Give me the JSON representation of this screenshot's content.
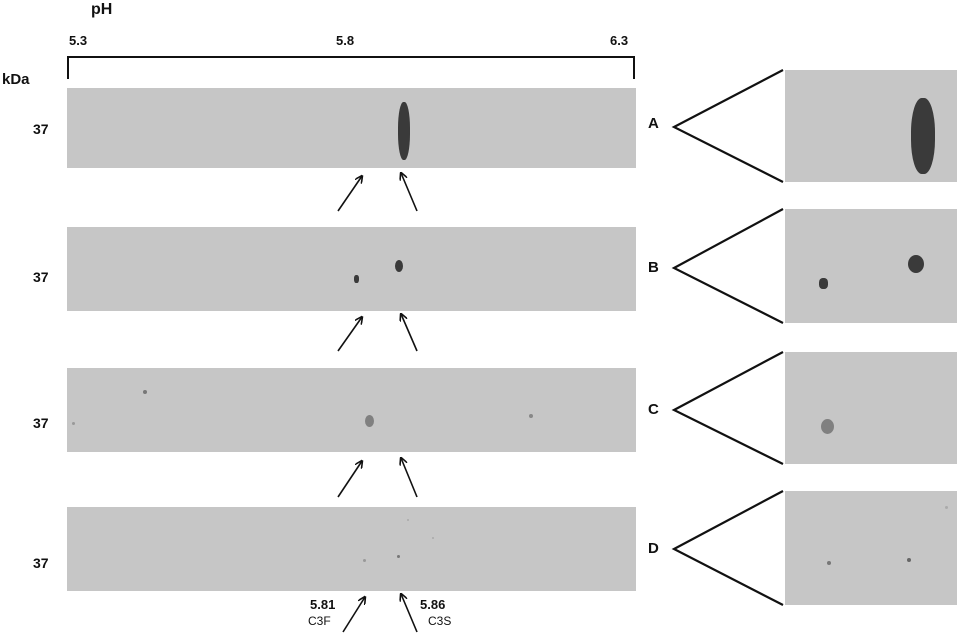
{
  "axis": {
    "label": "pH",
    "ticks": [
      "5.3",
      "5.8",
      "6.3"
    ],
    "mw_unit": "kDa"
  },
  "panels": [
    {
      "label": "A",
      "mw": "37"
    },
    {
      "label": "B",
      "mw": "37"
    },
    {
      "label": "C",
      "mw": "37"
    },
    {
      "label": "D",
      "mw": "37"
    }
  ],
  "arrows": {
    "left": {
      "value": "5.81",
      "name": "C3F"
    },
    "right": {
      "value": "5.86",
      "name": "C3S"
    }
  },
  "colors": {
    "gel": "#c6c6c6",
    "spot": "#3a3a3a",
    "line": "#111111"
  }
}
